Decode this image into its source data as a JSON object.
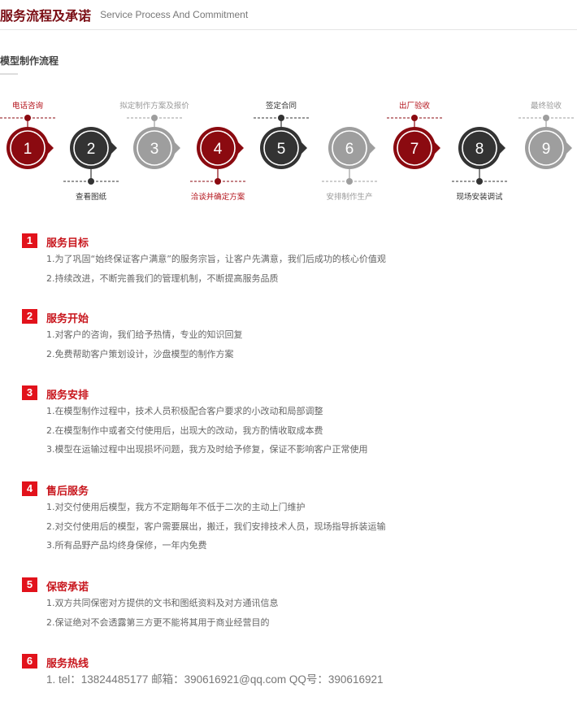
{
  "header": {
    "title_cn": "服务流程及承诺",
    "title_en": "Service Process And Commitment"
  },
  "process": {
    "title": "模型制作流程",
    "steps": [
      {
        "num": "1",
        "label": "电话咨询",
        "label_pos": "top",
        "color": "#8b0a10",
        "label_color": "#b3121a"
      },
      {
        "num": "2",
        "label": "查看图纸",
        "label_pos": "bottom",
        "color": "#333333",
        "label_color": "#333333"
      },
      {
        "num": "3",
        "label": "拟定制作方案及报价",
        "label_pos": "top",
        "color": "#9e9e9e",
        "label_color": "#999999"
      },
      {
        "num": "4",
        "label": "洽谈并确定方案",
        "label_pos": "bottom",
        "color": "#8b0a10",
        "label_color": "#b3121a"
      },
      {
        "num": "5",
        "label": "签定合同",
        "label_pos": "top",
        "color": "#333333",
        "label_color": "#333333"
      },
      {
        "num": "6",
        "label": "安排制作生产",
        "label_pos": "bottom",
        "color": "#9e9e9e",
        "label_color": "#999999"
      },
      {
        "num": "7",
        "label": "出厂验收",
        "label_pos": "top",
        "color": "#8b0a10",
        "label_color": "#b3121a"
      },
      {
        "num": "8",
        "label": "现场安装调试",
        "label_pos": "bottom",
        "color": "#333333",
        "label_color": "#333333"
      },
      {
        "num": "9",
        "label": "最终验收",
        "label_pos": "top",
        "color": "#9e9e9e",
        "label_color": "#999999"
      }
    ]
  },
  "sections": [
    {
      "num": "1",
      "title": "服务目标",
      "lines": [
        "1.为了巩固“始终保证客户满意”的服务宗旨，让客户先满意，我们后成功的核心价值观",
        "2.持续改进，不断完善我们的管理机制，不断提高服务品质"
      ]
    },
    {
      "num": "2",
      "title": "服务开始",
      "lines": [
        "1.对客户的咨询，我们给予热情，专业的知识回复",
        "2.免费帮助客户策划设计，沙盘模型的制作方案"
      ]
    },
    {
      "num": "3",
      "title": "服务安排",
      "lines": [
        "1.在模型制作过程中，技术人员积极配合客户要求的小改动和局部调整",
        "2.在模型制作中或者交付使用后，出现大的改动，我方酌情收取成本费",
        "3.模型在运输过程中出现损坏问题，我方及时给予修复，保证不影响客户正常使用"
      ]
    },
    {
      "num": "4",
      "title": "售后服务",
      "lines": [
        "1.对交付使用后模型，我方不定期每年不低于二次的主动上门维护",
        "2.对交付使用后的模型，客户需要展出，搬迁，我们安排技术人员，现场指导拆装运输",
        "3.所有品野产品均终身保修，一年内免费"
      ]
    },
    {
      "num": "5",
      "title": "保密承诺",
      "lines": [
        "1.双方共同保密对方提供的文书和图纸资料及对方通讯信息",
        "2.保证绝对不会透露第三方更不能将其用于商业经营目的"
      ]
    },
    {
      "num": "6",
      "title": "服务热线",
      "lines": [
        "1. tel：13824485177 邮箱：390616921@qq.com QQ号：390616921"
      ]
    }
  ]
}
